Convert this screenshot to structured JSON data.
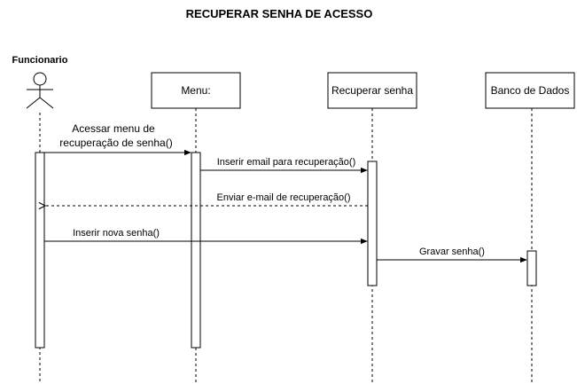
{
  "title": "RECUPERAR SENHA DE ACESSO",
  "actor": {
    "label": "Funcionario"
  },
  "participants": [
    {
      "id": "menu",
      "label": "Menu:"
    },
    {
      "id": "recuperar",
      "label": "Recuperar senha"
    },
    {
      "id": "banco",
      "label": "Banco de Dados"
    }
  ],
  "messages": [
    {
      "id": "m1",
      "from": "Funcionario",
      "to": "Menu:",
      "style": "solid",
      "text_lines": [
        "Acessar menu de",
        "recuperação de senha()"
      ]
    },
    {
      "id": "m2",
      "from": "Menu:",
      "to": "Recuperar senha",
      "style": "solid",
      "text": "Inserir email para recuperação()"
    },
    {
      "id": "m3",
      "from": "Recuperar senha",
      "to": "Funcionario",
      "style": "dashed-return",
      "text": "Enviar e-mail de recuperação()"
    },
    {
      "id": "m4",
      "from": "Funcionario",
      "to": "Recuperar senha",
      "style": "solid",
      "text": "Inserir nova senha()"
    },
    {
      "id": "m5",
      "from": "Recuperar senha",
      "to": "Banco de Dados",
      "style": "solid",
      "text": "Gravar senha()"
    }
  ]
}
